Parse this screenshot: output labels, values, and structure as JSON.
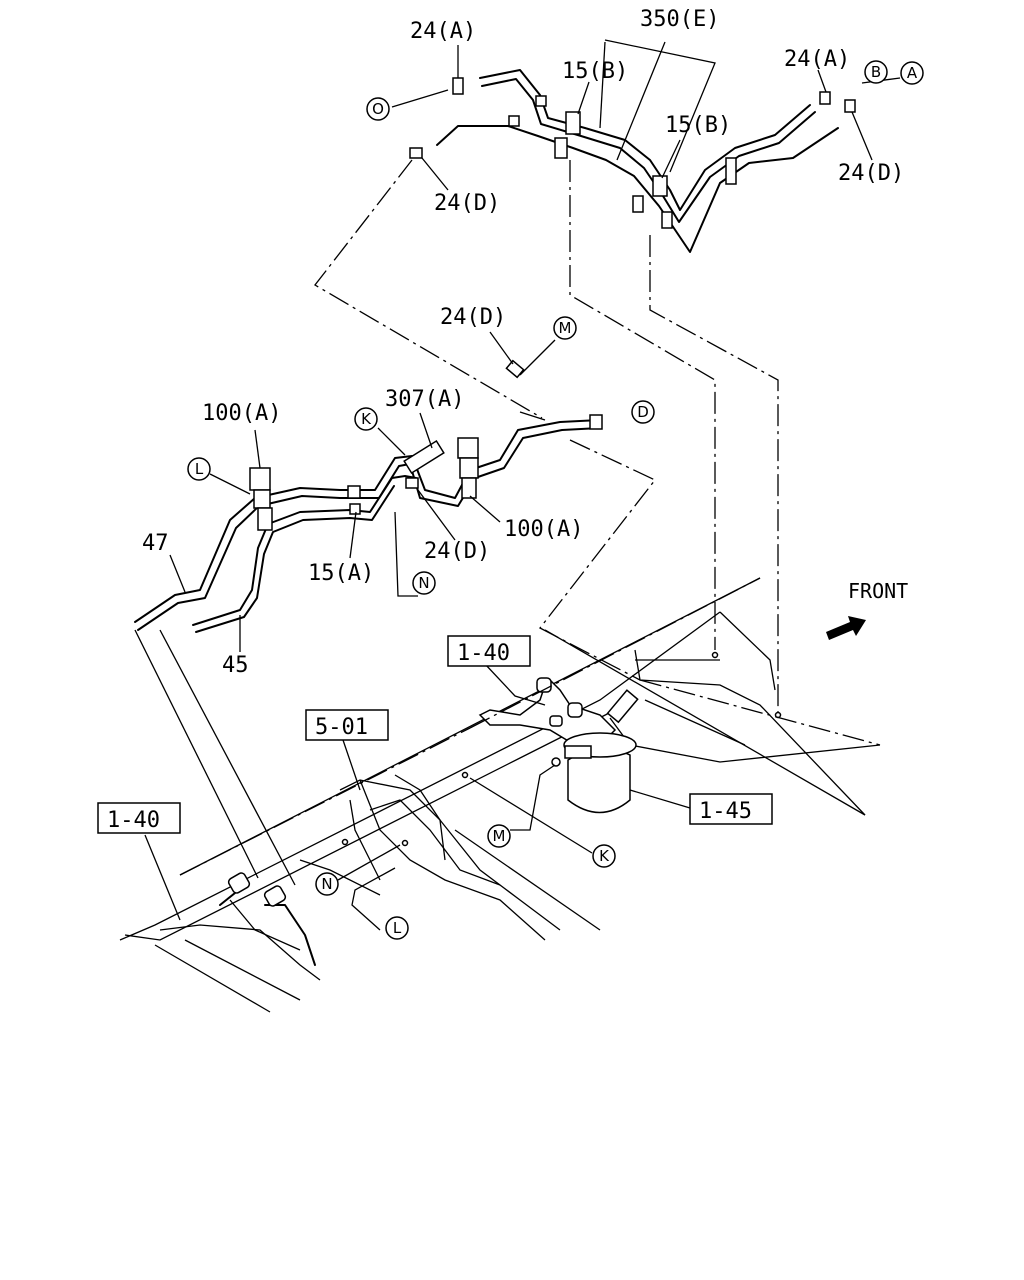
{
  "labels": {
    "a24_top": "24(A)",
    "e350": "350(E)",
    "b15_left": "15(B)",
    "a24_right": "24(A)",
    "b15_right": "15(B)",
    "d24_right": "24(D)",
    "d24_upper": "24(D)",
    "d24_mid": "24(D)",
    "a100_left": "100(A)",
    "a307": "307(A)",
    "d24_lower": "24(D)",
    "a100_right": "100(A)",
    "a15": "15(A)",
    "p47": "47",
    "p45": "45",
    "front": "FRONT"
  },
  "refs": {
    "r140_upper": "1-40",
    "r501": "5-01",
    "r140_lower": "1-40",
    "r145": "1-45"
  },
  "circles": {
    "o": "O",
    "b": "B",
    "a": "A",
    "m_top": "M",
    "k_top": "K",
    "d": "D",
    "l_top": "L",
    "n_top": "N",
    "m_bot": "M",
    "k_bot": "K",
    "n_bot": "N",
    "l_bot": "L"
  }
}
